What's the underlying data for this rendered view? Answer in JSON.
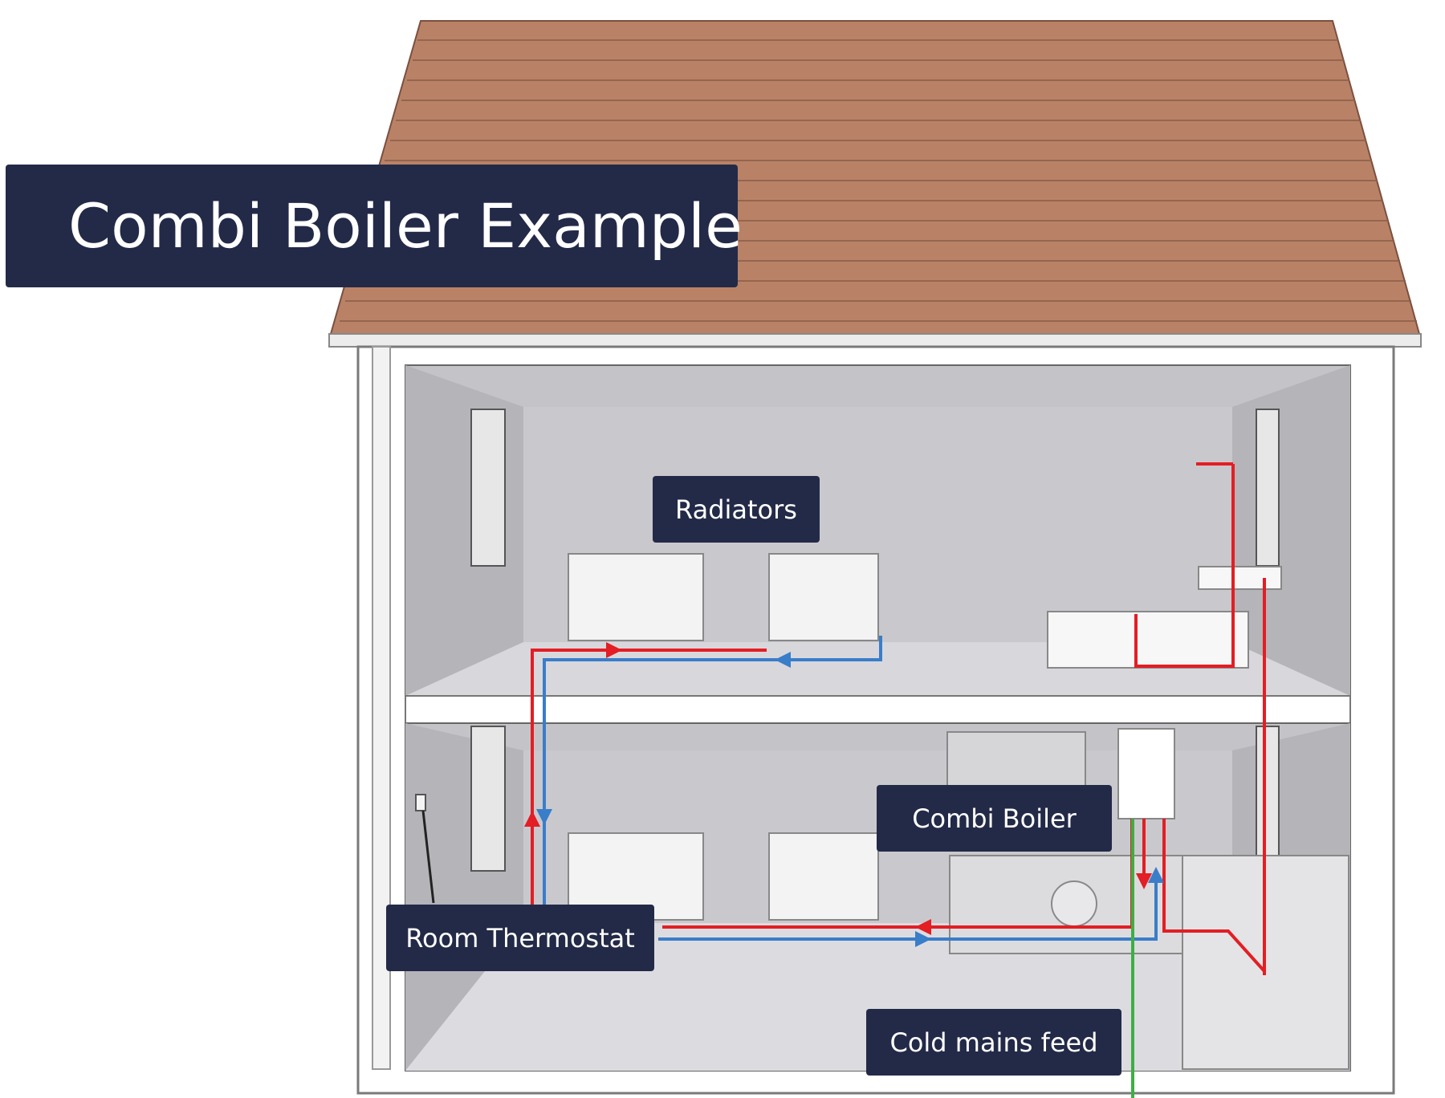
{
  "title": "Combi Boiler Example",
  "labels": {
    "radiators": "Radiators",
    "combi_boiler": "Combi Boiler",
    "room_thermostat": "Room Thermostat",
    "cold_mains_feed": "Cold mains feed"
  },
  "colors": {
    "label_bg": "#232a48",
    "label_text": "#ffffff",
    "flow_pipe": "#e31e24",
    "return_pipe": "#3a7dc9",
    "cold_mains_pipe": "#3cb043",
    "roof": "#b98266",
    "wall": "#c9c9cc"
  },
  "icons": {
    "flow": "arrow-right-icon",
    "return": "arrow-left-icon"
  }
}
